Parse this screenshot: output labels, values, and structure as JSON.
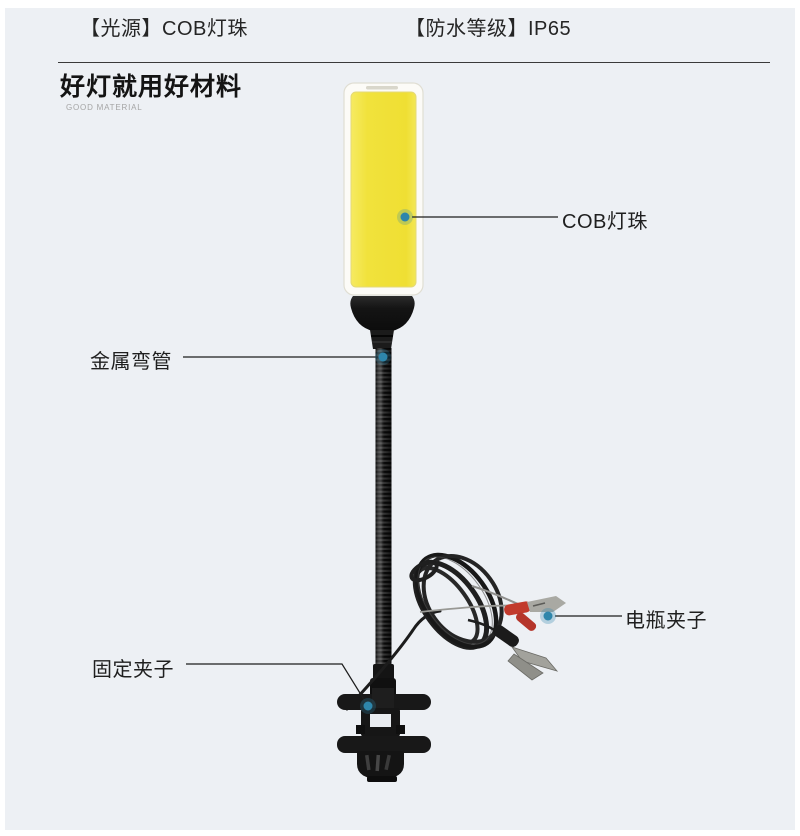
{
  "header": {
    "light_source": "【光源】COB灯珠",
    "waterproof": "【防水等级】IP65"
  },
  "section": {
    "title": "好灯就用好材料",
    "subtitle": "GOOD MATERIAL"
  },
  "annotations": {
    "cob": "COB灯珠",
    "metal_tube": "金属弯管",
    "battery_clip": "电瓶夹子",
    "fixing_clip": "固定夹子"
  },
  "colors": {
    "page_background": "#edf0f4",
    "cob_panel_yellow": "#f1e23c",
    "lamp_frame_white": "#fcfbf7",
    "annotation_dot_blue": "#2e86ab",
    "battery_clip_red": "#c23a2c",
    "product_black": "#161616",
    "text_dark": "#1f1f1f"
  }
}
